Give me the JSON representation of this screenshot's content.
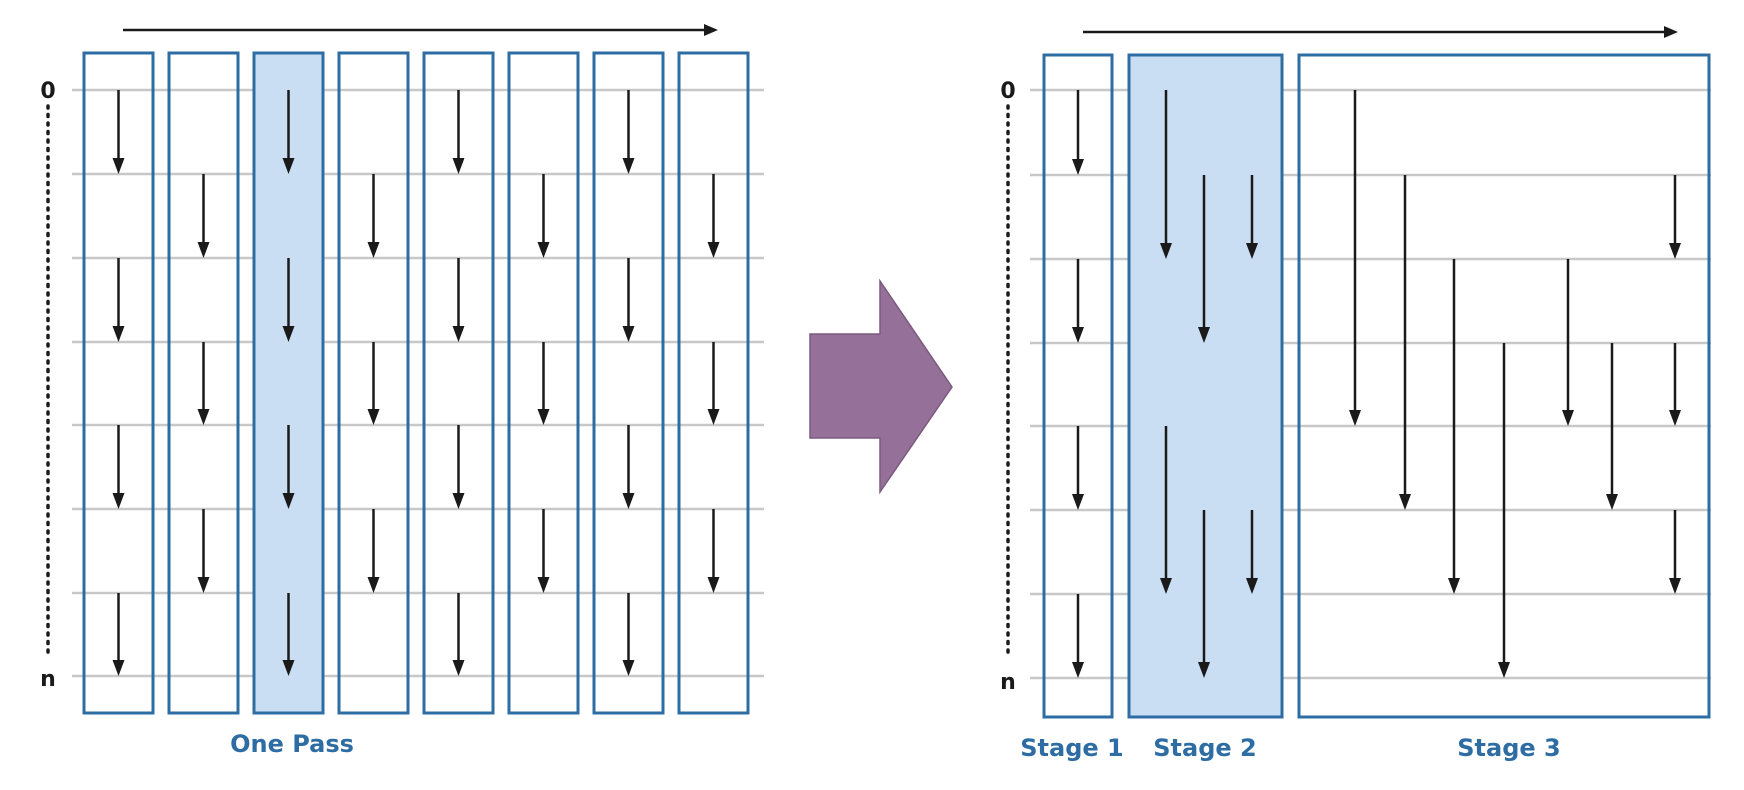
{
  "left_diagram": {
    "axis_start_label": "0",
    "axis_end_label": "n",
    "caption": "One Pass",
    "highlighted_column": 3
  },
  "right_diagram": {
    "axis_start_label": "0",
    "axis_end_label": "n",
    "stages": [
      {
        "label": "Stage 1",
        "highlighted": false
      },
      {
        "label": "Stage 2",
        "highlighted": true
      },
      {
        "label": "Stage 3",
        "highlighted": false
      }
    ]
  },
  "colors": {
    "box_stroke": "#2e6da4",
    "highlight_fill": "#c9def3",
    "caption_text": "#2e6da4",
    "transition_arrow": "#957099",
    "row_line": "#c8c8c8"
  },
  "icons": {
    "transition": "big-right-arrow-icon",
    "flow": "down-arrow-icon"
  }
}
